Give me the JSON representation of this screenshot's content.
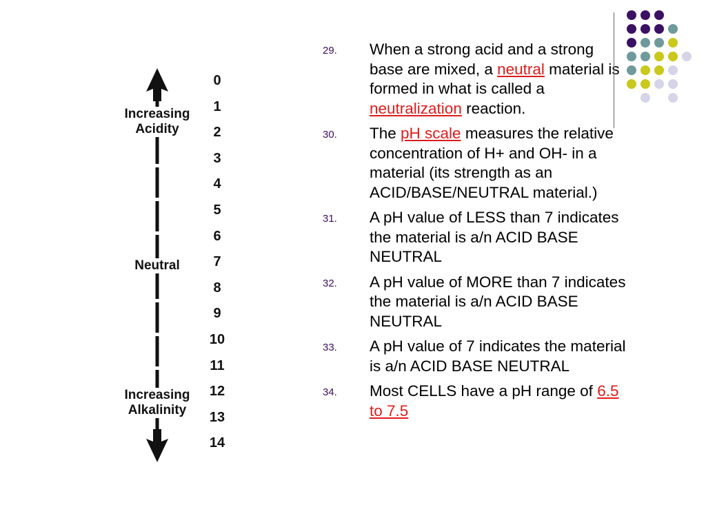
{
  "scale": {
    "labels": {
      "acid": "Increasing\nAcidity",
      "neutral": "Neutral",
      "alkaline": "Increasing\nAlkalinity"
    },
    "numbers": [
      "0",
      "1",
      "2",
      "3",
      "4",
      "5",
      "6",
      "7",
      "8",
      "9",
      "10",
      "11",
      "12",
      "13",
      "14"
    ]
  },
  "questions": [
    {
      "num": "29.",
      "parts": [
        {
          "t": "When a strong acid and a strong base are mixed, a "
        },
        {
          "t": "neutral",
          "hl": true
        },
        {
          "t": " material is formed in what is called a "
        },
        {
          "t": "neutralization",
          "hl": true
        },
        {
          "t": " reaction."
        }
      ]
    },
    {
      "num": "30.",
      "parts": [
        {
          "t": "The "
        },
        {
          "t": "pH scale",
          "hl": true
        },
        {
          "t": " measures the relative concentration of H+ and OH- in a material (its strength as an ACID/BASE/NEUTRAL material.)"
        }
      ]
    },
    {
      "num": "31.",
      "parts": [
        {
          "t": "A pH value of LESS than 7 indicates the material is a/n ACID  BASE  NEUTRAL"
        }
      ]
    },
    {
      "num": "32.",
      "parts": [
        {
          "t": "A pH value of MORE than 7 indicates the material is a/n ACID  BASE  NEUTRAL"
        }
      ]
    },
    {
      "num": "33.",
      "parts": [
        {
          "t": "A pH value of 7 indicates the material is a/n ACID  BASE  NEUTRAL"
        }
      ]
    },
    {
      "num": "34.",
      "parts": [
        {
          "t": "Most CELLS have a pH range of "
        },
        {
          "t": "6.5 to 7.5",
          "hl": true
        }
      ]
    }
  ],
  "colors": {
    "highlight": "#e01b1b",
    "list_number": "#3a0e5e",
    "dot_purple": "#3b1163",
    "dot_teal": "#6e9a9c",
    "dot_olive": "#c9c81c",
    "dot_lavender": "#d6d4e8"
  },
  "decoration": {
    "dot_rows": [
      [
        "purple",
        "purple",
        "purple",
        null
      ],
      [
        "purple",
        "purple",
        "purple",
        "teal"
      ],
      [
        "purple",
        "teal",
        "teal",
        "olive"
      ],
      [
        "teal",
        "teal",
        "olive",
        "olive",
        "lavender"
      ],
      [
        "teal",
        "olive",
        "olive",
        "lavender"
      ],
      [
        "olive",
        "olive",
        "lavender",
        "lavender"
      ],
      [
        null,
        "lavender",
        null,
        "lavender"
      ]
    ]
  }
}
